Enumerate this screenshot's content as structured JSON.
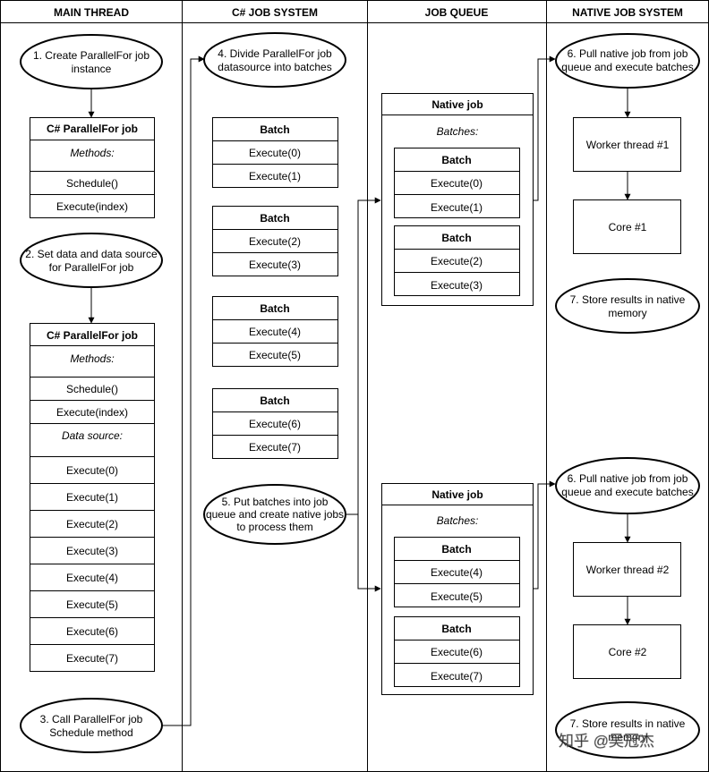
{
  "lanes": {
    "main_thread": "MAIN THREAD",
    "csharp_job_system": "C# JOB SYSTEM",
    "job_queue": "JOB QUEUE",
    "native_job_system": "NATIVE JOB SYSTEM"
  },
  "main_thread": {
    "step1": [
      "1. Create ParallelFor job",
      "instance"
    ],
    "class1": {
      "title": "C# ParallelFor job",
      "methods_label": "Methods:",
      "methods": [
        "Schedule()",
        "Execute(index)"
      ]
    },
    "step2": [
      "2. Set data and data source",
      "for ParallelFor job"
    ],
    "class2": {
      "title": "C# ParallelFor job",
      "methods_label": "Methods:",
      "methods": [
        "Schedule()",
        "Execute(index)"
      ],
      "datasource_label": "Data source:",
      "datasource": [
        "Execute(0)",
        "Execute(1)",
        "Execute(2)",
        "Execute(3)",
        "Execute(4)",
        "Execute(5)",
        "Execute(6)",
        "Execute(7)"
      ]
    },
    "step3": [
      "3. Call ParallelFor job",
      "Schedule method"
    ]
  },
  "csharp_job_system": {
    "step4": [
      "4. Divide ParallelFor job",
      "datasource into batches"
    ],
    "batch_title": "Batch",
    "batches": [
      [
        "Execute(0)",
        "Execute(1)"
      ],
      [
        "Execute(2)",
        "Execute(3)"
      ],
      [
        "Execute(4)",
        "Execute(5)"
      ],
      [
        "Execute(6)",
        "Execute(7)"
      ]
    ],
    "step5": [
      "5. Put batches into job",
      "queue and create native jobs",
      "to process them"
    ]
  },
  "job_queue": {
    "native_jobs": [
      {
        "title": "Native job",
        "batches_label": "Batches:",
        "batches": [
          [
            "Execute(0)",
            "Execute(1)"
          ],
          [
            "Execute(2)",
            "Execute(3)"
          ]
        ]
      },
      {
        "title": "Native job",
        "batches_label": "Batches:",
        "batches": [
          [
            "Execute(4)",
            "Execute(5)"
          ],
          [
            "Execute(6)",
            "Execute(7)"
          ]
        ]
      }
    ]
  },
  "native_job_system": {
    "groups": [
      {
        "step6": [
          "6. Pull native job from job",
          "queue and execute batches"
        ],
        "worker": "Worker thread #1",
        "core": "Core #1",
        "step7": [
          "7. Store results in native",
          "memory"
        ]
      },
      {
        "step6": [
          "6. Pull native job from job",
          "queue and execute batches"
        ],
        "worker": "Worker thread #2",
        "core": "Core #2",
        "step7": [
          "7. Store results in native",
          "memory"
        ]
      }
    ]
  },
  "watermark": "知乎 @吴冠杰"
}
